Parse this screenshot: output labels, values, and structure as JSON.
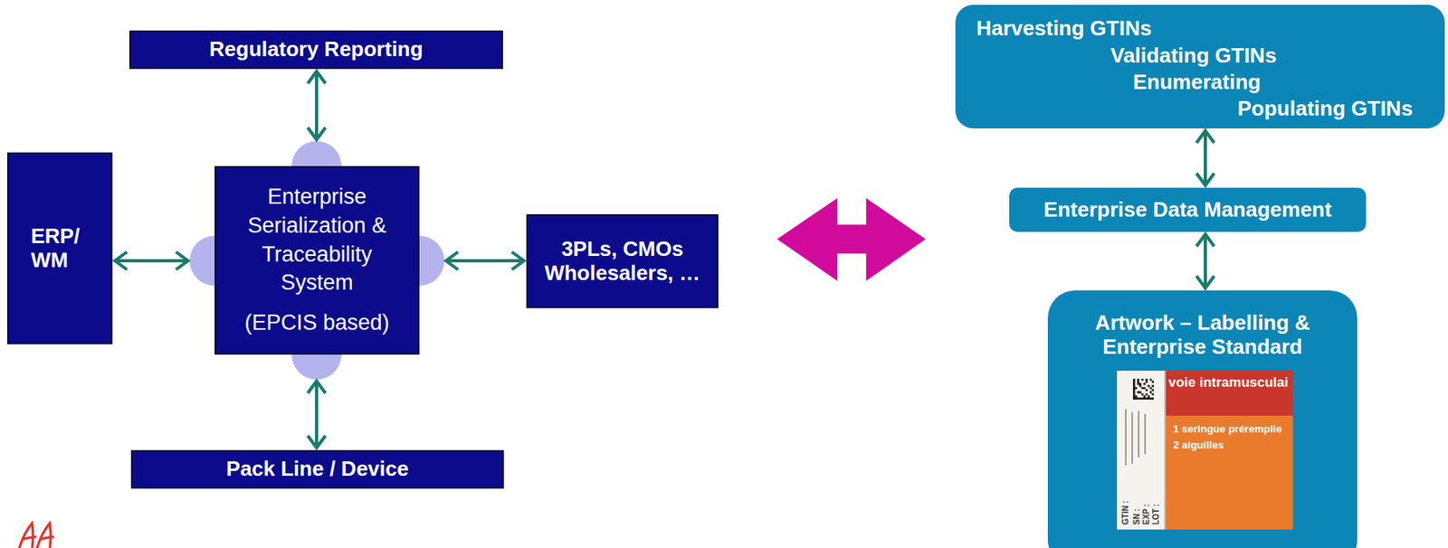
{
  "diagram": {
    "nodes": [
      {
        "text": [
          "Regulatory Reporting"
        ]
      },
      {
        "text": [
          "ERP/ WM"
        ]
      },
      {
        "text": [
          "Enterprise Serialization & Traceability System",
          "(EPCIS based)"
        ]
      },
      {
        "text": [
          "3PLs, CMOs Wholesalers, …"
        ]
      },
      {
        "text": [
          "Pack Line / Device"
        ]
      },
      {
        "text": [
          "Harvesting GTINs",
          "Validating GTINs",
          "Enumerating",
          "Populating GTINs"
        ]
      },
      {
        "text": [
          "Enterprise Data Management"
        ]
      },
      {
        "text": [
          "Artwork – Labelling & Enterprise Standard"
        ]
      }
    ],
    "edges": [
      {
        "from": 0,
        "to": 2,
        "arrow": "both"
      },
      {
        "from": 1,
        "to": 2,
        "arrow": "both"
      },
      {
        "from": 2,
        "to": 3,
        "arrow": "both"
      },
      {
        "from": 2,
        "to": 4,
        "arrow": "both"
      },
      {
        "from": 5,
        "to": 6,
        "arrow": "both"
      },
      {
        "from": 6,
        "to": 7,
        "arrow": "both"
      }
    ],
    "labels": [
      "voie intramusculai",
      "1 seringue préremplie",
      "2 aiguilles",
      "GTIN :",
      "SN :",
      "EXP :",
      "LOT :"
    ]
  }
}
